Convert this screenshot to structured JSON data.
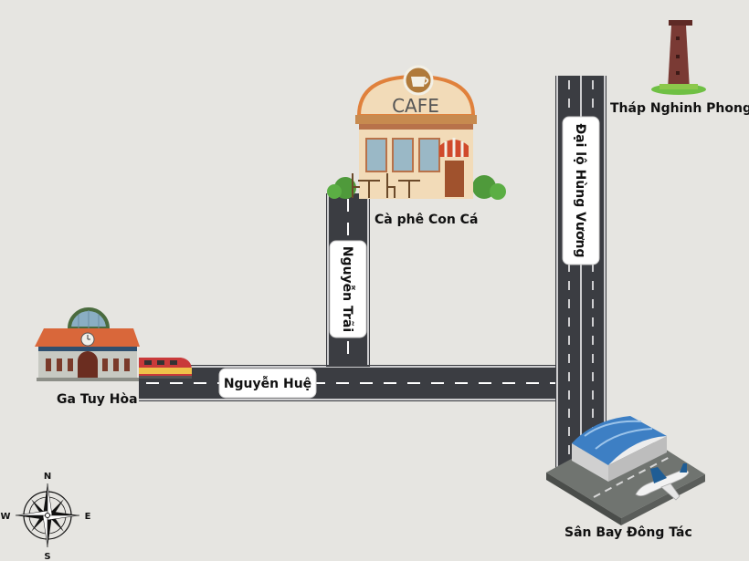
{
  "places": {
    "station": "Ga Tuy Hòa",
    "cafe": "Cà phê Con Cá",
    "tower": "Tháp Nghinh Phong",
    "airport": "Sân Bay Đông Tác"
  },
  "roads": {
    "nguyen_hue": "Nguyễn Huệ",
    "nguyen_trai": "Nguyễn Trãi",
    "hung_vuong": "Đại lộ Hùng Vương"
  },
  "cafe_sign": "CAFE",
  "compass": {
    "n": "N",
    "s": "S",
    "e": "E",
    "w": "W"
  },
  "colors": {
    "background": "#e6e5e1",
    "road": "#3b3d42",
    "road_marking": "#ffffff"
  },
  "icons": [
    "train-station-icon",
    "train-icon",
    "cafe-building-icon",
    "coffee-cup-icon",
    "tower-icon",
    "airport-icon",
    "airplane-icon",
    "compass-rose-icon"
  ]
}
